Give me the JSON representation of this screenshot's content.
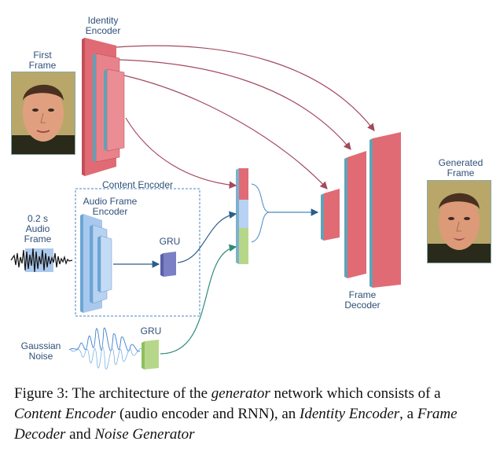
{
  "labels": {
    "identity_encoder": [
      "Identity",
      "Encoder"
    ],
    "first_frame": [
      "First",
      "Frame"
    ],
    "content_encoder": "Content Encoder",
    "audio_frame_encoder": [
      "Audio Frame",
      "Encoder"
    ],
    "audio_frame": [
      "0.2 s",
      "Audio",
      "Frame"
    ],
    "gru_audio": "GRU",
    "gru_noise": "GRU",
    "gaussian_noise": [
      "Gaussian",
      "Noise"
    ],
    "frame_decoder": [
      "Frame",
      "Decoder"
    ],
    "generated_frame": [
      "Generated",
      "Frame"
    ]
  },
  "caption": {
    "prefix": "Figure 3: The architecture of the ",
    "generator": "generator",
    "mid1": " network which consists of a ",
    "content_encoder": "Content Encoder",
    "mid2": " (audio encoder and RNN), an ",
    "identity_encoder": "Identity Encoder",
    "mid3": ", a ",
    "frame_decoder": "Frame Decoder",
    "mid4": " and ",
    "noise_generator": "Noise Generator"
  },
  "colors": {
    "red_block": "#e06b74",
    "red_side": "#5fa3b8",
    "blue_block": "#a9c8ee",
    "green_block": "#b6d78a",
    "purple_block": "#7b7fc4",
    "arrow_red": "#a34a5e",
    "arrow_blue": "#2b5d8c",
    "arrow_green": "#2f8a7a",
    "label_text": "#2f4f78"
  }
}
